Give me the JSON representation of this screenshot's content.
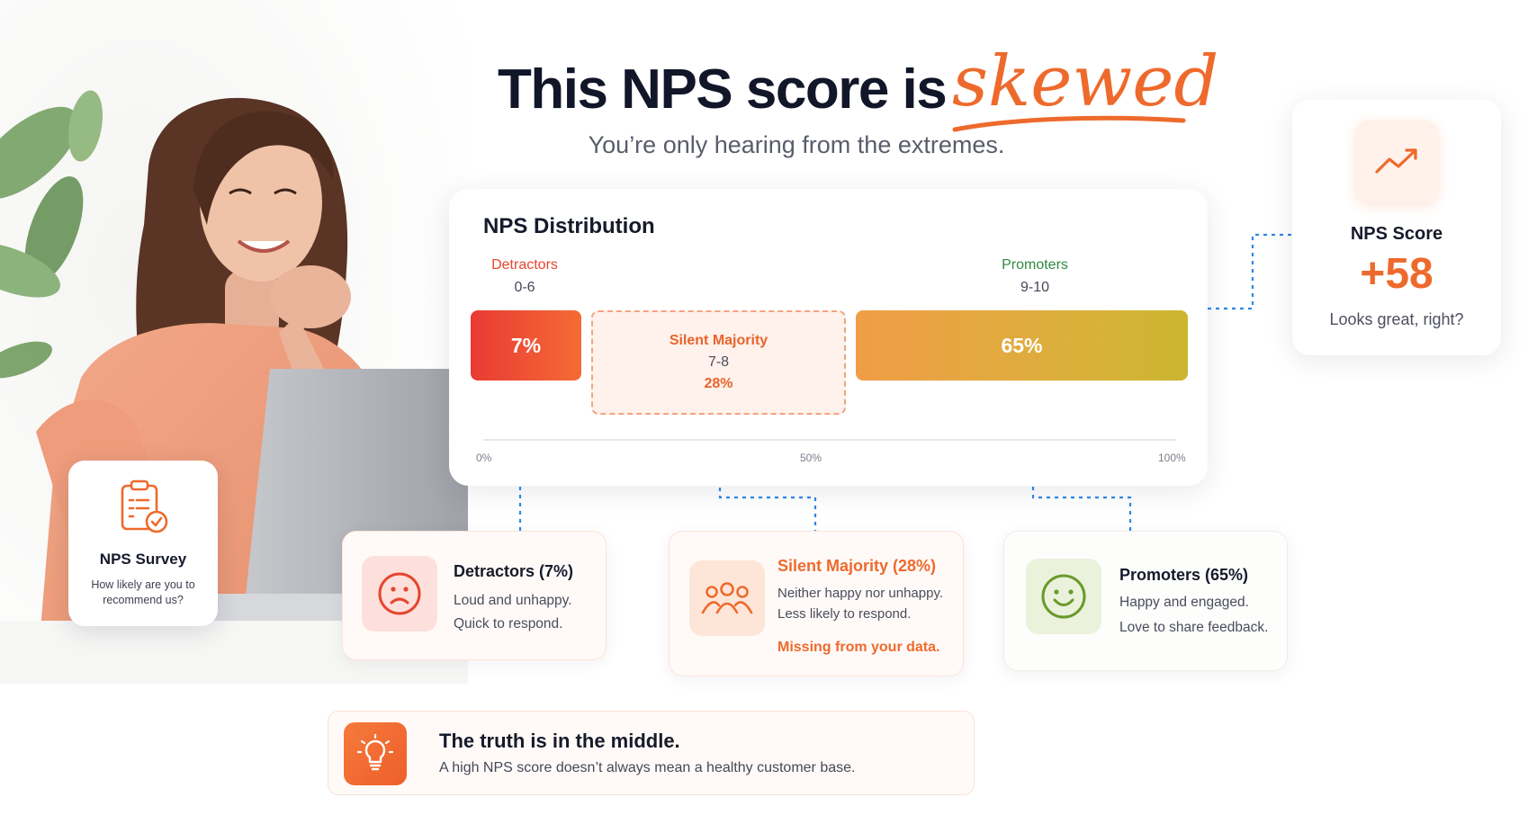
{
  "header": {
    "title_main": "This NPS score is",
    "title_accent": "skewed",
    "subtitle": "You’re only hearing from the extremes."
  },
  "distribution": {
    "title": "NPS Distribution",
    "detractors": {
      "label": "Detractors",
      "range": "0-6",
      "value_label": "7%"
    },
    "silent": {
      "label": "Silent Majority",
      "range": "7-8",
      "value_label": "28%"
    },
    "promoters": {
      "label": "Promoters",
      "range": "9-10",
      "value_label": "65%"
    },
    "ticks": [
      "0%",
      "50%",
      "100%"
    ]
  },
  "chart_data": {
    "type": "bar",
    "title": "NPS Distribution",
    "orientation": "horizontal-stacked",
    "categories": [
      "Detractors",
      "Silent Majority",
      "Promoters"
    ],
    "ranges": [
      "0-6",
      "7-8",
      "9-10"
    ],
    "values": [
      7,
      28,
      65
    ],
    "unit": "%",
    "xlim": [
      0,
      100
    ],
    "x_ticks": [
      "0%",
      "50%",
      "100%"
    ]
  },
  "score": {
    "title": "NPS Score",
    "value": "+58",
    "note": "Looks great, right?",
    "icon": "trend-up-icon"
  },
  "survey": {
    "title": "NPS Survey",
    "question": "How likely are you to recommend us?",
    "icon": "clipboard-check-icon"
  },
  "segments": [
    {
      "heading": "Detractors (7%)",
      "line1": "Loud and unhappy.",
      "line2": "Quick to respond.",
      "icon": "sad-face-icon"
    },
    {
      "heading": "Silent Majority (28%)",
      "line1": "Neither happy nor unhappy.",
      "line2": "Less likely to respond.",
      "warning": "Missing from your data.",
      "icon": "people-group-icon"
    },
    {
      "heading": "Promoters (65%)",
      "line1": "Happy and engaged.",
      "line2": "Love to share feedback.",
      "icon": "happy-face-icon"
    }
  ],
  "truth": {
    "heading": "The truth is in the middle.",
    "text": "A high NPS score doesn’t always mean a healthy customer base.",
    "icon": "lightbulb-icon"
  },
  "colors": {
    "accent": "#ee6a2c",
    "detractor": "#e93a34",
    "promoter_label": "#2f8a3e",
    "connector": "#2f86e8"
  }
}
